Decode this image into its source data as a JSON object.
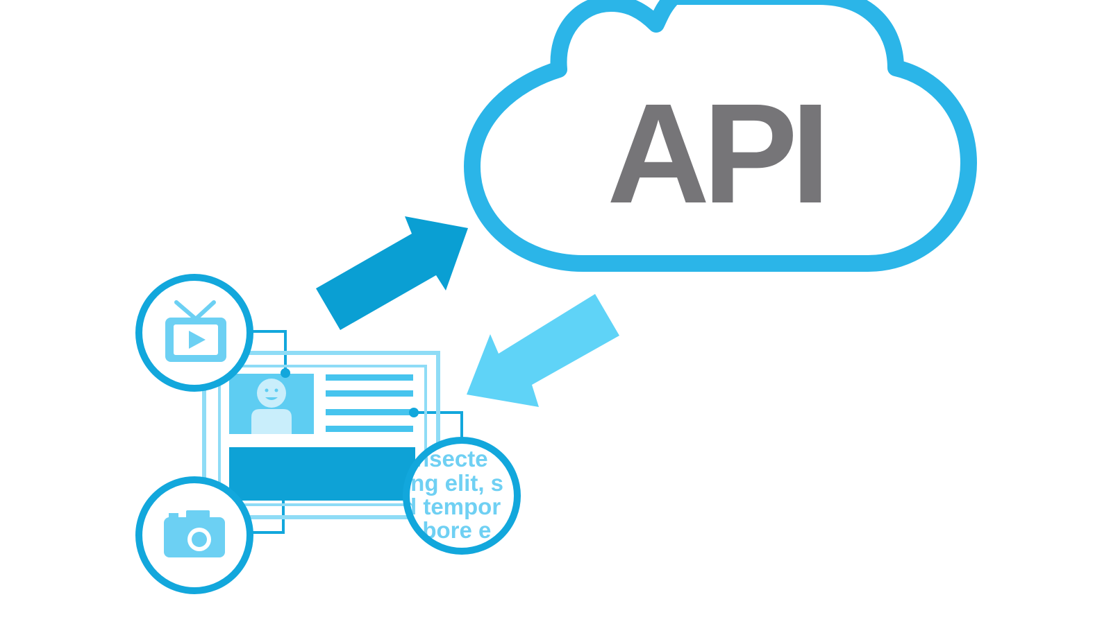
{
  "cloud": {
    "label": "API"
  },
  "zoom_text": {
    "lines": [
      "nsecte",
      "ing elit, s",
      "d tempor",
      "abore e"
    ]
  },
  "colors": {
    "cloud_outline": "#2bb5e8",
    "api_text": "#767578",
    "arrow_out": "#0a9fd3",
    "arrow_in": "#5fd3f7",
    "icon_ring": "#12a7dc",
    "icon_fill": "#6cd0f3",
    "card_frame": "#8edcf6",
    "card_block": "#0ea2d6",
    "card_text_lines": "#46c4ee",
    "avatar_bg": "#5ecdf2",
    "avatar_fg": "#c9eefb",
    "zoom_text": "#6fd0f3"
  },
  "icons": {
    "tv": "tv-play-icon",
    "camera": "camera-icon",
    "avatar": "user-avatar-icon"
  }
}
